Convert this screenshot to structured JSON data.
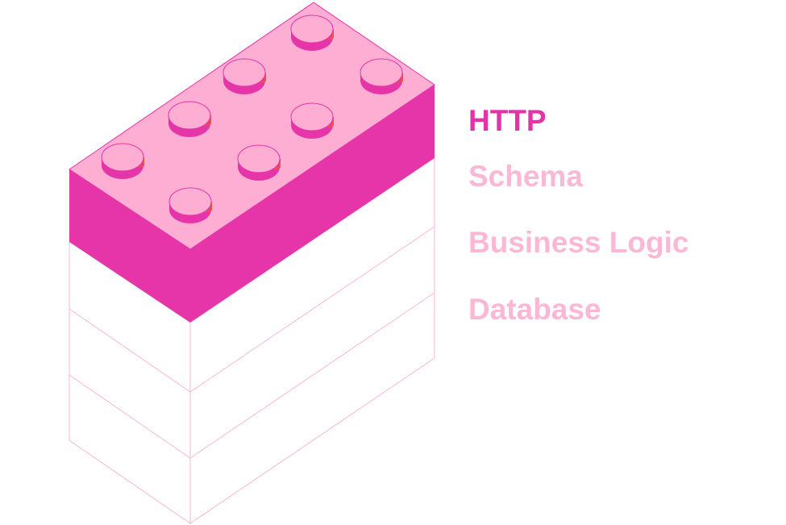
{
  "layers": [
    {
      "label": "HTTP",
      "active": true
    },
    {
      "label": "Schema",
      "active": false
    },
    {
      "label": "Business Logic",
      "active": false
    },
    {
      "label": "Database",
      "active": false
    }
  ],
  "colors": {
    "active_top": "#fdaed2",
    "active_side": "#e535a8",
    "stud_side": "#e535a8",
    "stud_edge": "#f0503c",
    "outline": "#fbb6d5",
    "active_label": "#e234a6",
    "inactive_label": "#fbb8d6"
  }
}
